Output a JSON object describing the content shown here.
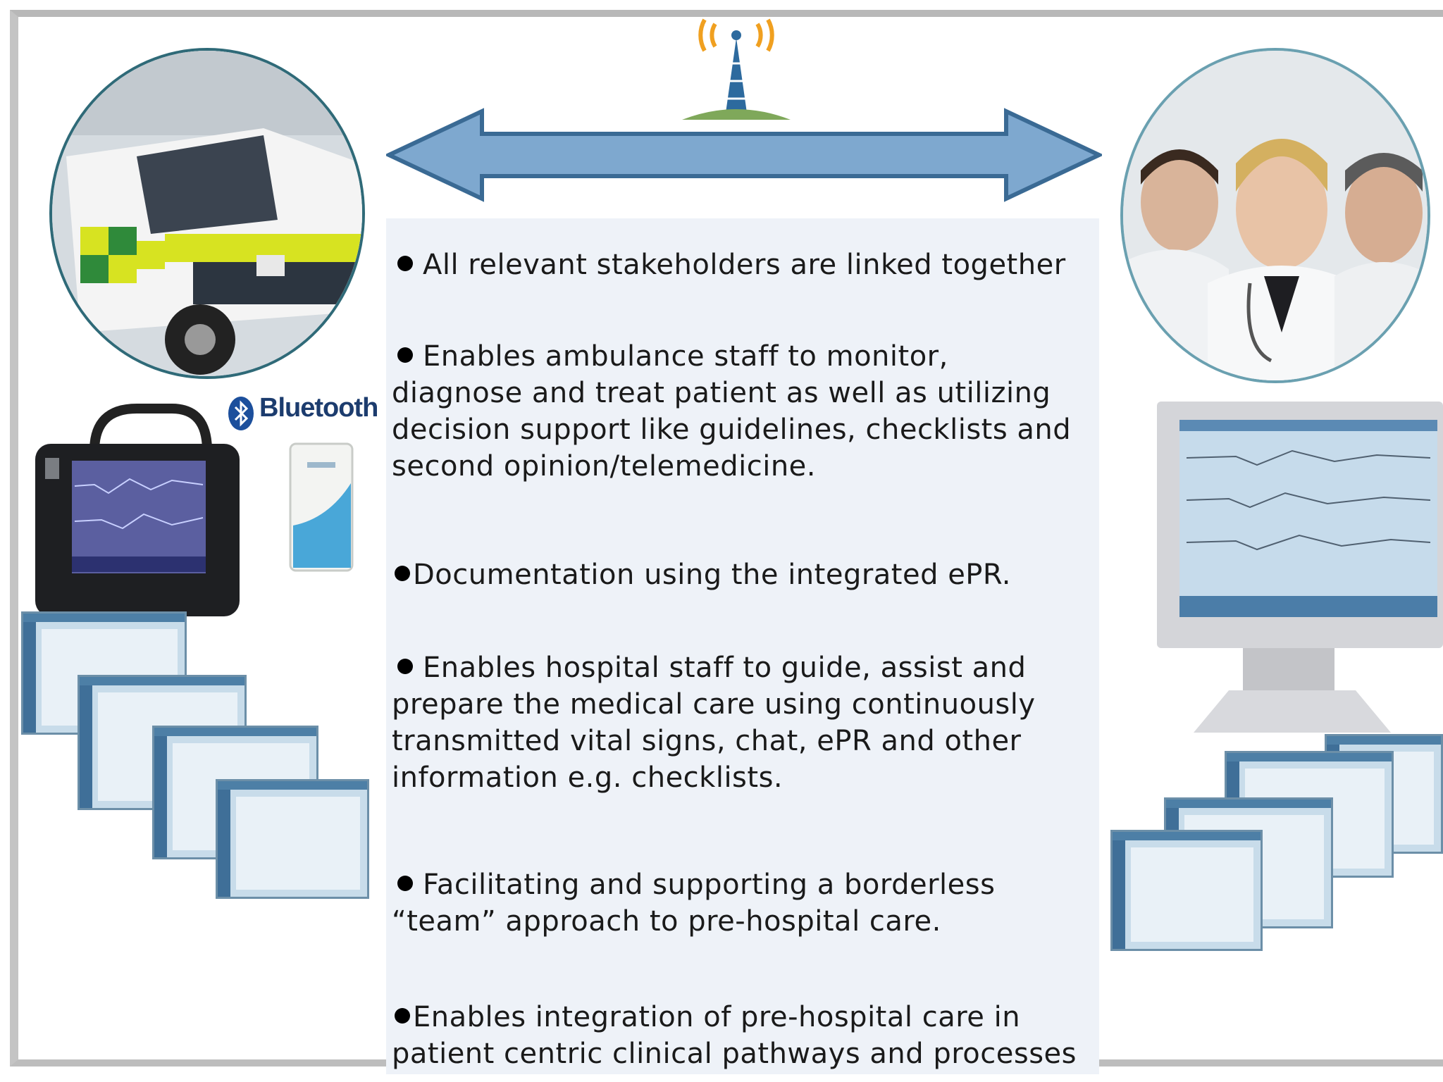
{
  "bluetooth_label": "Bluetooth",
  "bullets": [
    "All relevant stakeholders are linked together",
    "Enables ambulance staff to monitor,",
    "diagnose and treat patient as well as utilizing",
    "decision support like guidelines, checklists and",
    "second opinion/telemedicine.",
    "Documentation using the integrated ePR.",
    "Enables hospital staff to guide, assist and",
    "prepare the medical care using continuously",
    "transmitted vital signs, chat, ePR and other",
    "information e.g. checklists.",
    "Facilitating and supporting a borderless",
    "“team” approach to pre-hospital care.",
    "Enables integration of pre-hospital care in",
    "patient centric clinical pathways and processes"
  ],
  "colors": {
    "arrow_fill": "#7ea8cf",
    "arrow_stroke": "#3a6a94",
    "panel_bg": "#eef2f8",
    "antenna_tower": "#2d6a9e",
    "antenna_waves": "#f0a020",
    "ambulance_yellow": "#d7e321",
    "ambulance_green": "#2f8a3a"
  },
  "icons": [
    "radio-tower-icon",
    "double-arrow-icon",
    "bluetooth-icon"
  ]
}
